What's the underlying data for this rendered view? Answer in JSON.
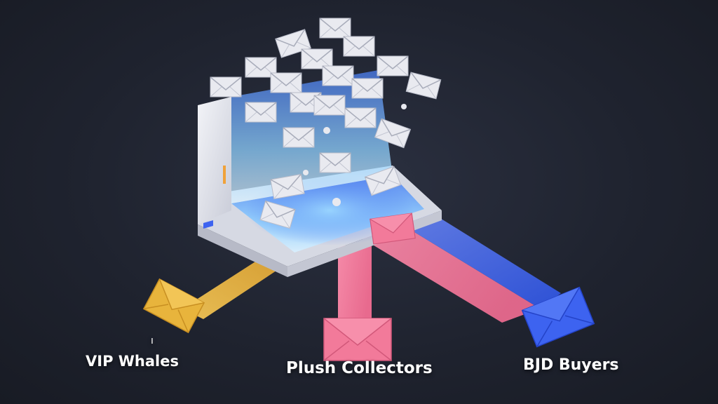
{
  "segments": [
    {
      "key": "vip",
      "label": "VIP Whales",
      "color": "#e8b43c"
    },
    {
      "key": "plush",
      "label": "Plush Collectors",
      "color": "#f27a9a"
    },
    {
      "key": "bjd",
      "label": "BJD Buyers",
      "color": "#3d63f0"
    }
  ],
  "tick_mark": "ı",
  "colors": {
    "background": "#1f232f",
    "device_body": "#e4e6ee",
    "screen_glow": "#6fb4ff",
    "envelope": "#e9eaf0"
  },
  "icons": [
    "envelope-icon",
    "inbox-device-icon"
  ]
}
